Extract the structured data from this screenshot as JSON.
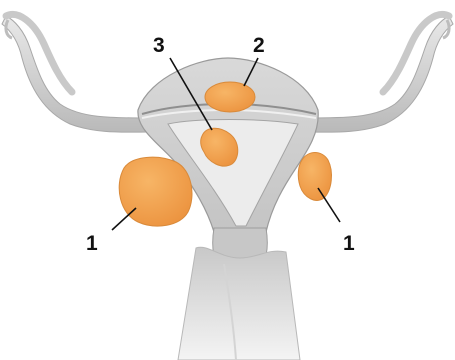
{
  "diagram": {
    "labels": [
      {
        "id": "label-1-left",
        "text": "1"
      },
      {
        "id": "label-2",
        "text": "2"
      },
      {
        "id": "label-3",
        "text": "3"
      },
      {
        "id": "label-1-right",
        "text": "1"
      }
    ],
    "colors": {
      "tissue": "#d6d6d6",
      "tissue_dark": "#9f9f9f",
      "tissue_light": "#ececec",
      "lesion": "#f2a24e",
      "lesion_dark": "#de8a36"
    }
  }
}
